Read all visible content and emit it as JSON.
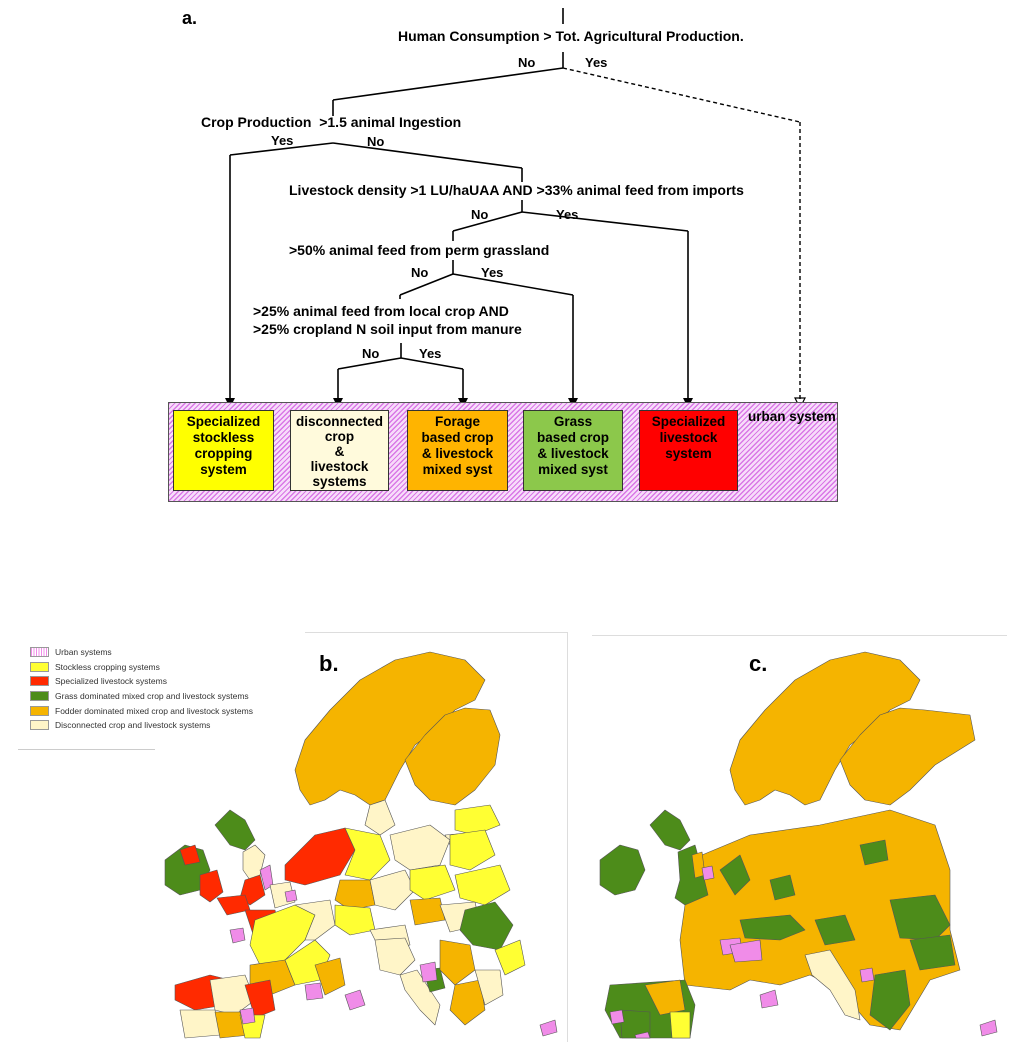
{
  "panels": {
    "a": "a.",
    "b": "b.",
    "c": "c."
  },
  "tree": {
    "q1": "Human Consumption > Tot. Agricultural Production.",
    "q2": "Crop Production  >1.5 animal Ingestion",
    "q3": "Livestock density >1 LU/haUAA AND >33% animal feed from imports",
    "q4": ">50% animal feed from perm grassland",
    "q5_line1": ">25% animal feed from local crop AND",
    "q5_line2": ">25% cropland N soil input from manure",
    "yes": "Yes",
    "no": "No"
  },
  "systems": {
    "stockless": [
      "Specialized",
      "stockless",
      "cropping",
      "system"
    ],
    "disconnected": [
      "disconnected",
      "crop",
      "&",
      "livestock",
      "systems"
    ],
    "forage": [
      "Forage",
      "based crop",
      "& livestock",
      "mixed syst"
    ],
    "grass": [
      "Grass",
      "based crop",
      "& livestock",
      "mixed syst"
    ],
    "livestock": [
      "Specialized",
      "livestock",
      "system"
    ],
    "urban": "urban system"
  },
  "legend": [
    {
      "label": "Urban systems",
      "color": "#f08ce8"
    },
    {
      "label": "Stockless cropping systems",
      "color": "#ffff33"
    },
    {
      "label": "Specialized livestock systems",
      "color": "#ff2a00"
    },
    {
      "label": "Grass dominated mixed crop and livestock systems",
      "color": "#4d8c1a"
    },
    {
      "label": "Fodder dominated mixed crop and livestock systems",
      "color": "#f5b400"
    },
    {
      "label": "Disconnected crop and livestock systems",
      "color": "#fff5c8"
    }
  ],
  "colors": {
    "stockless": "#ffff00",
    "disconnected": "#fffadc",
    "forage": "#ffb400",
    "grass": "#8cc84b",
    "livestock": "#ff0000",
    "urban": "#e580ea",
    "map_orange": "#f5b400",
    "map_yellow": "#ffff33",
    "map_cream": "#fff5c8",
    "map_green": "#4d8c1a",
    "map_red": "#ff2a00",
    "map_pink": "#f08ce8"
  }
}
